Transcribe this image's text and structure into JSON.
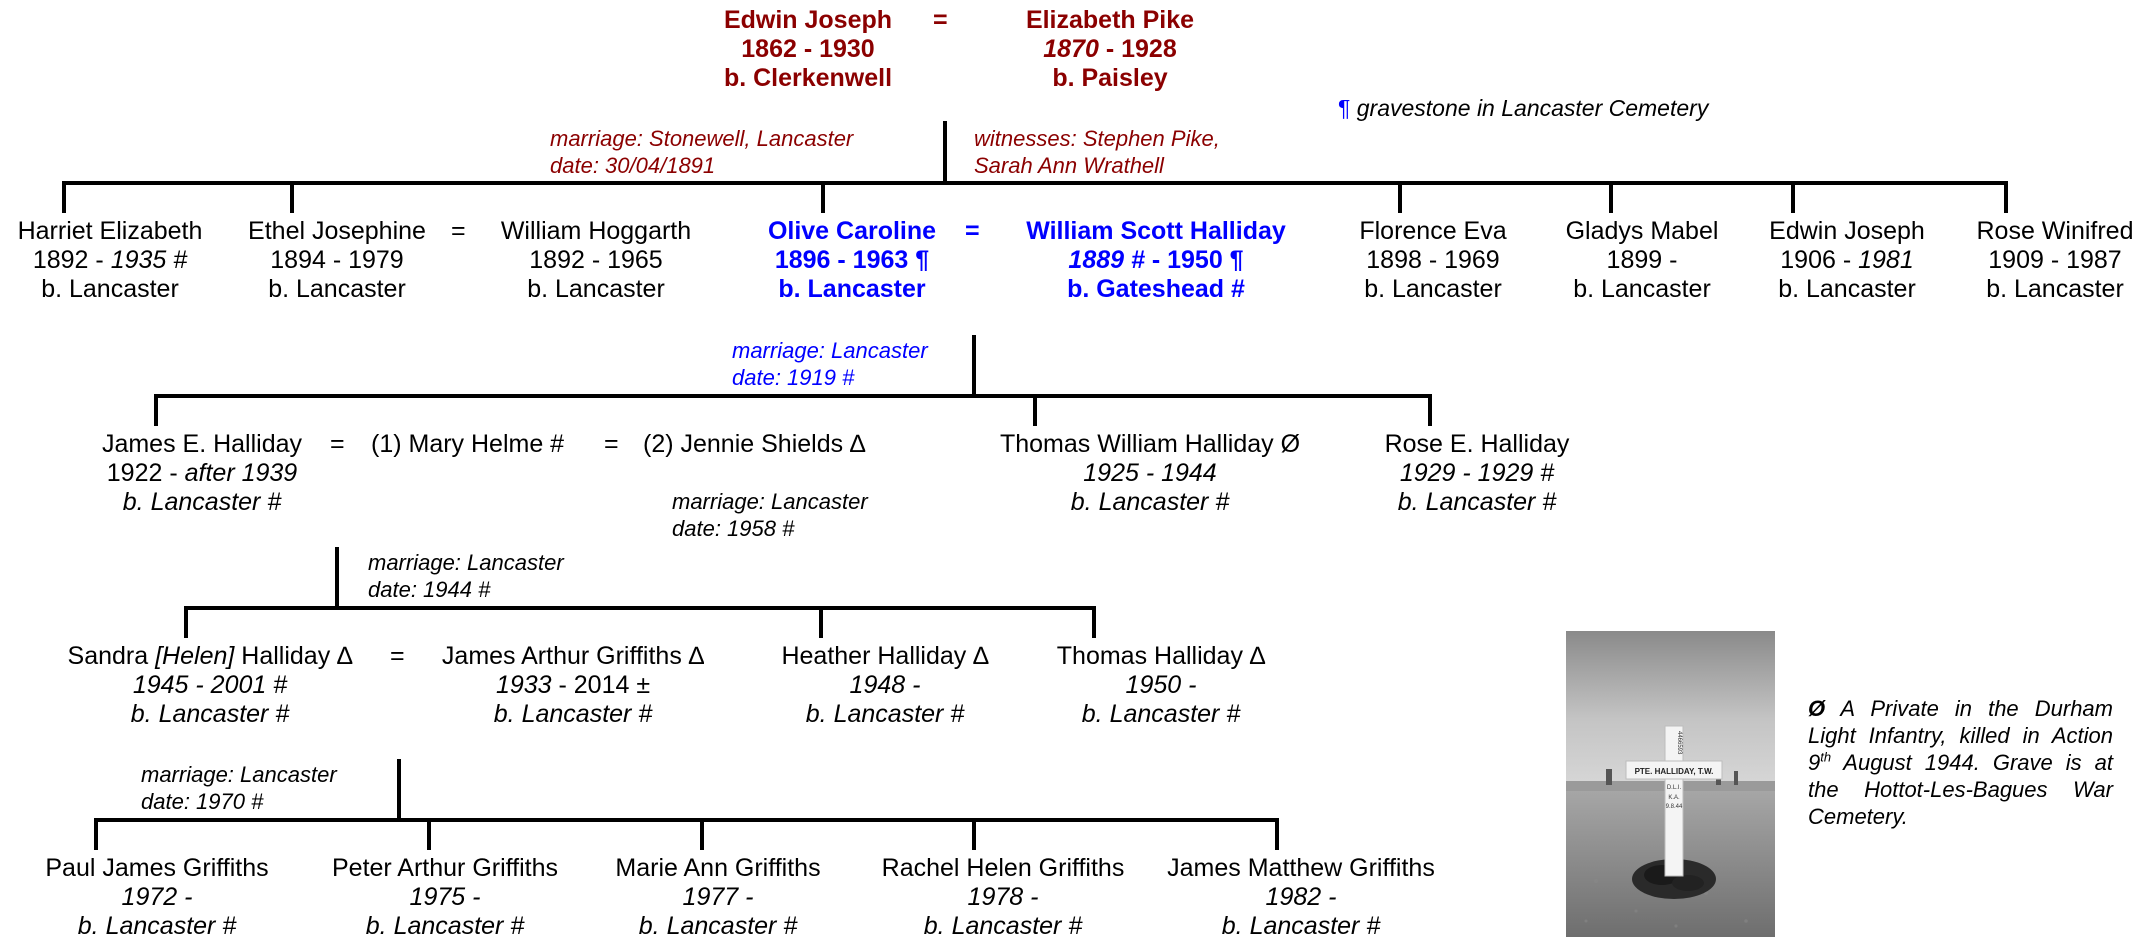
{
  "gen1": {
    "father": {
      "name": "Edwin Joseph",
      "dates": "1862 - 1930",
      "born": "b. Clerkenwell"
    },
    "eq": "=",
    "mother": {
      "name": "Elizabeth Pike",
      "dates_a": "1870",
      "dates_b": " - 1928",
      "born": "b. Paisley"
    },
    "gravestone_mark": "¶",
    "gravestone_note": " gravestone in Lancaster Cemetery",
    "marriage": [
      "marriage: Stonewell, Lancaster",
      "date: 30/04/1891"
    ],
    "witnesses": [
      "witnesses: Stephen Pike,",
      "Sarah Ann Wrathell"
    ]
  },
  "gen2": [
    {
      "name": "Harriet Elizabeth",
      "dates_a": "1892 - ",
      "dates_b": "1935 #",
      "born": "b. Lancaster"
    },
    {
      "name": "Ethel Josephine",
      "dates_a": "1894 - 1979",
      "dates_b": "",
      "born": "b. Lancaster"
    },
    {
      "name": "William Hoggarth",
      "dates_a": "1892 - 1965",
      "dates_b": "",
      "born": "b. Lancaster"
    },
    {
      "name": "Olive Caroline",
      "dates_a": "1896 - 1963 ¶",
      "dates_b": "",
      "born": "b. Lancaster"
    },
    {
      "name": "William Scott Halliday",
      "dates_a": "1889 #",
      "dates_b": " - 1950 ¶",
      "born": "b. Gateshead #"
    },
    {
      "name": "Florence Eva",
      "dates_a": "1898 - 1969",
      "dates_b": "",
      "born": "b. Lancaster"
    },
    {
      "name": "Gladys Mabel",
      "dates_a": "1899 -",
      "dates_b": "",
      "born": "b. Lancaster"
    },
    {
      "name": "Edwin Joseph",
      "dates_a": "1906 - ",
      "dates_b": "1981",
      "born": "b. Lancaster"
    },
    {
      "name": "Rose Winifred",
      "dates_a": "1909 - 1987",
      "dates_b": "",
      "born": "b. Lancaster"
    }
  ],
  "gen2_eq": "=",
  "gen2_marriage": [
    "marriage: Lancaster",
    "date: 1919 #"
  ],
  "gen3": {
    "james": {
      "name": "James E. Halliday",
      "dates_a": "1922 - ",
      "dates_b": "after 1939",
      "born": "b. Lancaster #"
    },
    "mary": {
      "name": "(1) Mary Helme #"
    },
    "jennie": {
      "name": "(2) Jennie Shields ∆"
    },
    "thomas": {
      "name": "Thomas William Halliday Ø",
      "dates": "1925 - 1944",
      "born": "b. Lancaster #"
    },
    "rose": {
      "name": "Rose E. Halliday",
      "dates": "1929 - 1929 #",
      "born": "b. Lancaster #"
    },
    "eq": "=",
    "marriage2": [
      "marriage: Lancaster",
      "date: 1958 #"
    ],
    "marriage1": [
      "marriage: Lancaster",
      "date: 1944 #"
    ]
  },
  "gen4": {
    "sandra": {
      "name_a": "Sandra ",
      "name_b": "[Helen]",
      "name_c": " Halliday ∆",
      "dates": "1945 - 2001 #",
      "born": "b. Lancaster #"
    },
    "james_a": {
      "name": "James Arthur Griffiths ∆",
      "dates_a": "1933",
      "dates_b": " - 2014 ±",
      "born": "b. Lancaster #"
    },
    "heather": {
      "name": "Heather Halliday ∆",
      "dates": "1948 -",
      "born": "b. Lancaster #"
    },
    "thomas": {
      "name": "Thomas Halliday ∆",
      "dates": "1950 -",
      "born": "b. Lancaster #"
    },
    "eq": "=",
    "marriage": [
      "marriage: Lancaster",
      "date: 1970 #"
    ]
  },
  "gen5": [
    {
      "name": "Paul James Griffiths",
      "dates": "1972 -",
      "born": "b. Lancaster #"
    },
    {
      "name": "Peter Arthur Griffiths",
      "dates": "1975 -",
      "born": "b. Lancaster #"
    },
    {
      "name": "Marie Ann Griffiths",
      "dates": "1977 -",
      "born": "b. Lancaster #"
    },
    {
      "name": "Rachel Helen Griffiths",
      "dates": "1978 -",
      "born": "b. Lancaster #"
    },
    {
      "name": "James Matthew Griffiths",
      "dates": "1982 -",
      "born": "b. Lancaster #"
    }
  ],
  "footnote": {
    "mark": "Ø",
    "line1": " A Private in the Durham Light Infantry,",
    "line2a": "killed in Action 9",
    "line2sup": "th",
    "line2b": " August 1944. Grave is at the Hottot-Les-Bagues",
    "line3": "War Cemetery."
  },
  "photo": {
    "cross_plate": "PTE. HALLIDAY, T.W.",
    "cross_sub1": "D.L.I.",
    "cross_sub2": "K.A.",
    "cross_sub3": "9.8.44",
    "cross_upright": "4466593"
  },
  "colors": {
    "gen1": "#8b0000",
    "highlight": "#0000ff",
    "lines": "#000000"
  }
}
